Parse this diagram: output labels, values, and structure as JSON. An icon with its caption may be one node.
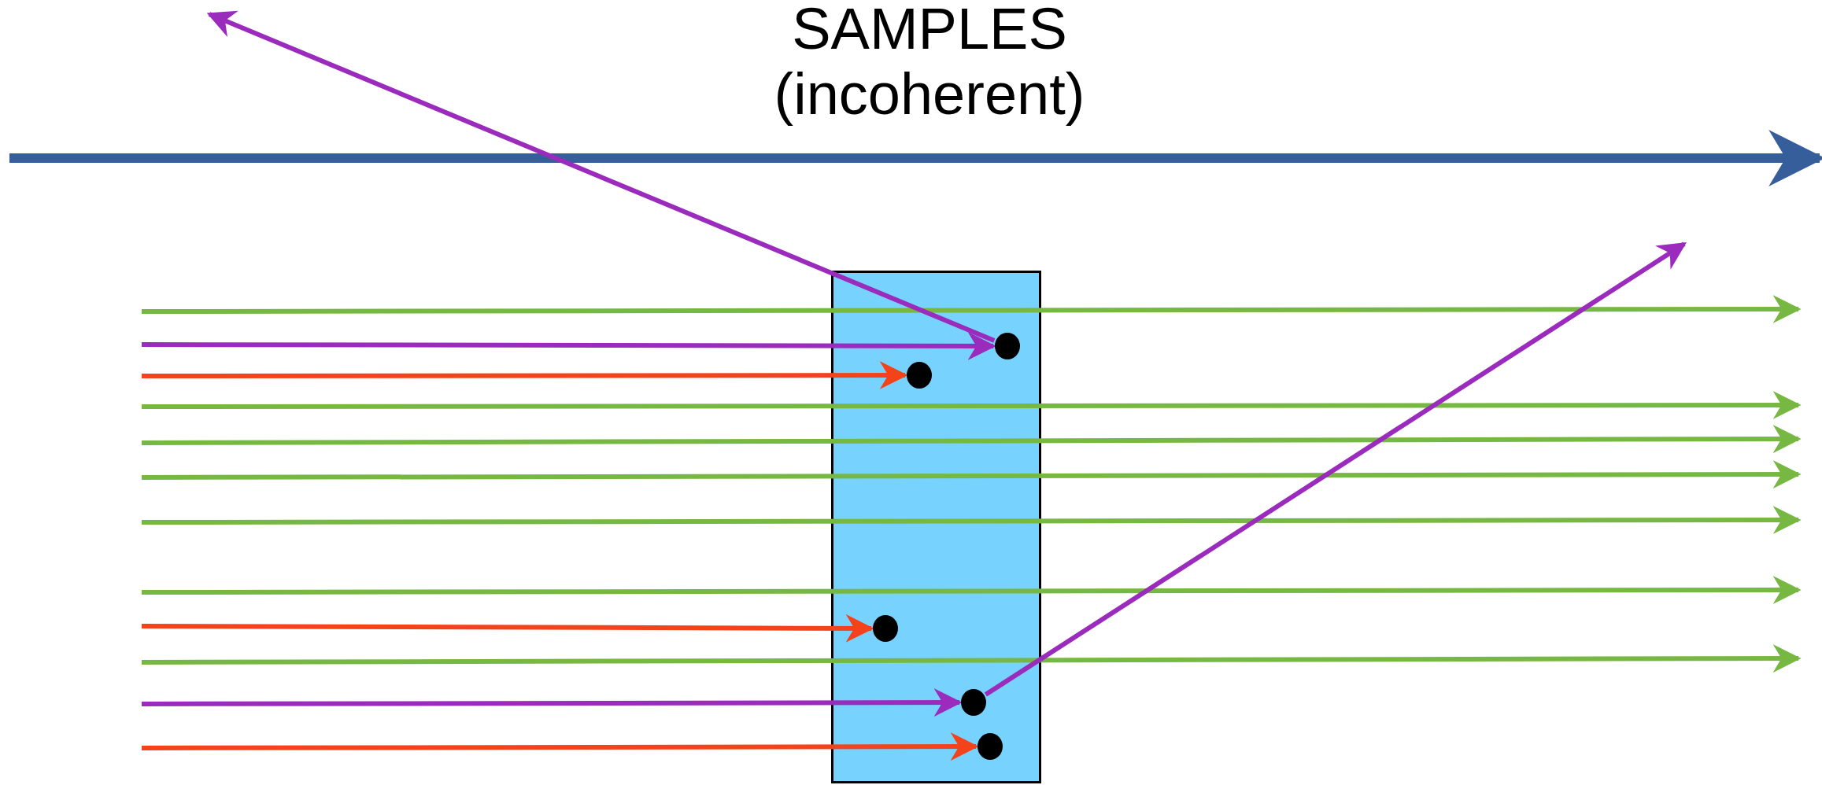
{
  "diagram": {
    "title": "SAMPLES (incoherent)",
    "nodes": [
      {
        "text": [],
        "shape": "box"
      },
      {
        "text": [],
        "shape": "circle",
        "in": 0
      },
      {
        "text": [],
        "shape": "circle",
        "in": 0
      },
      {
        "text": [],
        "shape": "circle",
        "in": 0
      },
      {
        "text": [],
        "shape": "circle",
        "in": 0
      },
      {
        "text": [],
        "shape": "circle",
        "in": 0
      }
    ],
    "edges": [
      {
        "from": null,
        "to": 1,
        "arrow": "to"
      },
      {
        "from": 1,
        "to": null,
        "arrow": "to"
      },
      {
        "from": null,
        "to": 2,
        "arrow": "to",
        "color": "#f4421a"
      },
      {
        "from": null,
        "to": 3,
        "arrow": "to",
        "color": "#f4421a"
      },
      {
        "from": null,
        "to": 4,
        "arrow": "to"
      },
      {
        "from": 4,
        "to": null,
        "arrow": "to"
      },
      {
        "from": null,
        "to": 5,
        "arrow": "to",
        "color": "#f4421a"
      }
    ]
  }
}
